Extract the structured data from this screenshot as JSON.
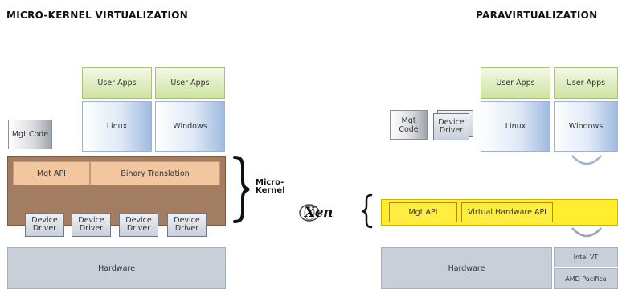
{
  "left": {
    "title": "MICRO-KERNEL VIRTUALIZATION",
    "user_apps_1": "User Apps",
    "user_apps_2": "User Apps",
    "mgt_code": "Mgt Code",
    "linux": "Linux",
    "windows": "Windows",
    "mgt_api": "Mgt API",
    "binary_translation": "Binary Translation",
    "device_drivers": [
      "Device Driver",
      "Device Driver",
      "Device Driver",
      "Device Driver"
    ],
    "hardware": "Hardware",
    "micro_kernel_label": "Micro-Kernel"
  },
  "right": {
    "title": "PARAVIRTUALIZATION",
    "user_apps_1": "User Apps",
    "user_apps_2": "User Apps",
    "mgt_code": "Mgt Code",
    "device_driver": "Device Driver",
    "linux": "Linux",
    "windows": "Windows",
    "mgt_api": "Mgt API",
    "virtual_hw_api": "Virtual Hardware API",
    "hardware": "Hardware",
    "intel_vt": "Intel VT",
    "amd_pacifica": "AMD Pacifica",
    "xen_logo": "Xen"
  },
  "colors": {
    "micro_kernel": "#a27d61",
    "micro_kernel_inner": "#f2c7a0",
    "xen": "#ffed2e",
    "hardware": "#c9cfd8",
    "user_apps": "#cfe3a0",
    "os": "#9fbbe0"
  }
}
